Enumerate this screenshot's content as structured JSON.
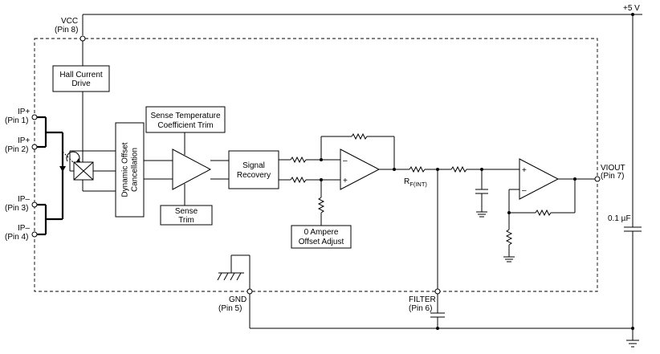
{
  "labels": {
    "plus5v": "+5 V",
    "vcc": "VCC",
    "vcc_pin": "(Pin 8)",
    "ipplus1": "IP+",
    "ipplus1_pin": "(Pin 1)",
    "ipplus2": "IP+",
    "ipplus2_pin": "(Pin 2)",
    "ipminus3": "IP–",
    "ipminus3_pin": "(Pin 3)",
    "ipminus4": "IP–",
    "ipminus4_pin": "(Pin 4)",
    "hall_line1": "Hall Current",
    "hall_line2": "Drive",
    "dyn_line1": "Dynamic Offset",
    "dyn_line2": "Cancellation",
    "stc_line1": "Sense Temperature",
    "stc_line2": "Coefficient Trim",
    "sense_trim_line1": "Sense",
    "sense_trim_line2": "Trim",
    "sig_rec_line1": "Signal",
    "sig_rec_line2": "Recovery",
    "zero_amp_line1": "0 Ampere",
    "zero_amp_line2": "Offset Adjust",
    "rf_main": "R",
    "rf_sub": "F(INT)",
    "viout": "VIOUT",
    "viout_pin": "(Pin 7)",
    "cap": "0.1 µF",
    "gnd": "GND",
    "gnd_pin": "(Pin 5)",
    "filter": "FILTER",
    "filter_pin": "(Pin 6)",
    "minus": "–",
    "plus": "+"
  }
}
